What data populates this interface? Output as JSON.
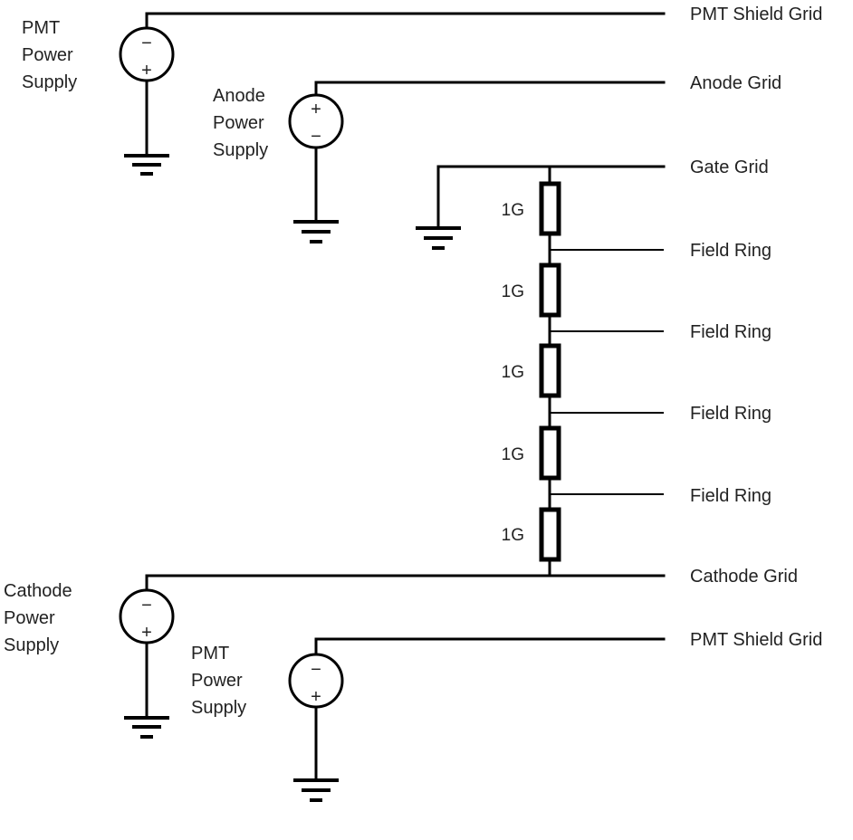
{
  "terminals": {
    "pmt_shield_top": "PMT Shield Grid",
    "anode": "Anode Grid",
    "gate": "Gate Grid",
    "field_ring_1": "Field Ring",
    "field_ring_2": "Field Ring",
    "field_ring_3": "Field Ring",
    "field_ring_4": "Field Ring",
    "cathode": "Cathode Grid",
    "pmt_shield_bottom": "PMT Shield Grid"
  },
  "supplies": {
    "pmt_top": {
      "line1": "PMT",
      "line2": "Power",
      "line3": "Supply",
      "top_sign": "−",
      "bottom_sign": "+"
    },
    "anode": {
      "line1": "Anode",
      "line2": "Power",
      "line3": "Supply",
      "top_sign": "+",
      "bottom_sign": "−"
    },
    "cathode": {
      "line1": "Cathode",
      "line2": "Power",
      "line3": "Supply",
      "top_sign": "−",
      "bottom_sign": "+"
    },
    "pmt_bottom": {
      "line1": "PMT",
      "line2": "Power",
      "line3": "Supply",
      "top_sign": "−",
      "bottom_sign": "+"
    }
  },
  "resistors": [
    "1G",
    "1G",
    "1G",
    "1G",
    "1G"
  ]
}
